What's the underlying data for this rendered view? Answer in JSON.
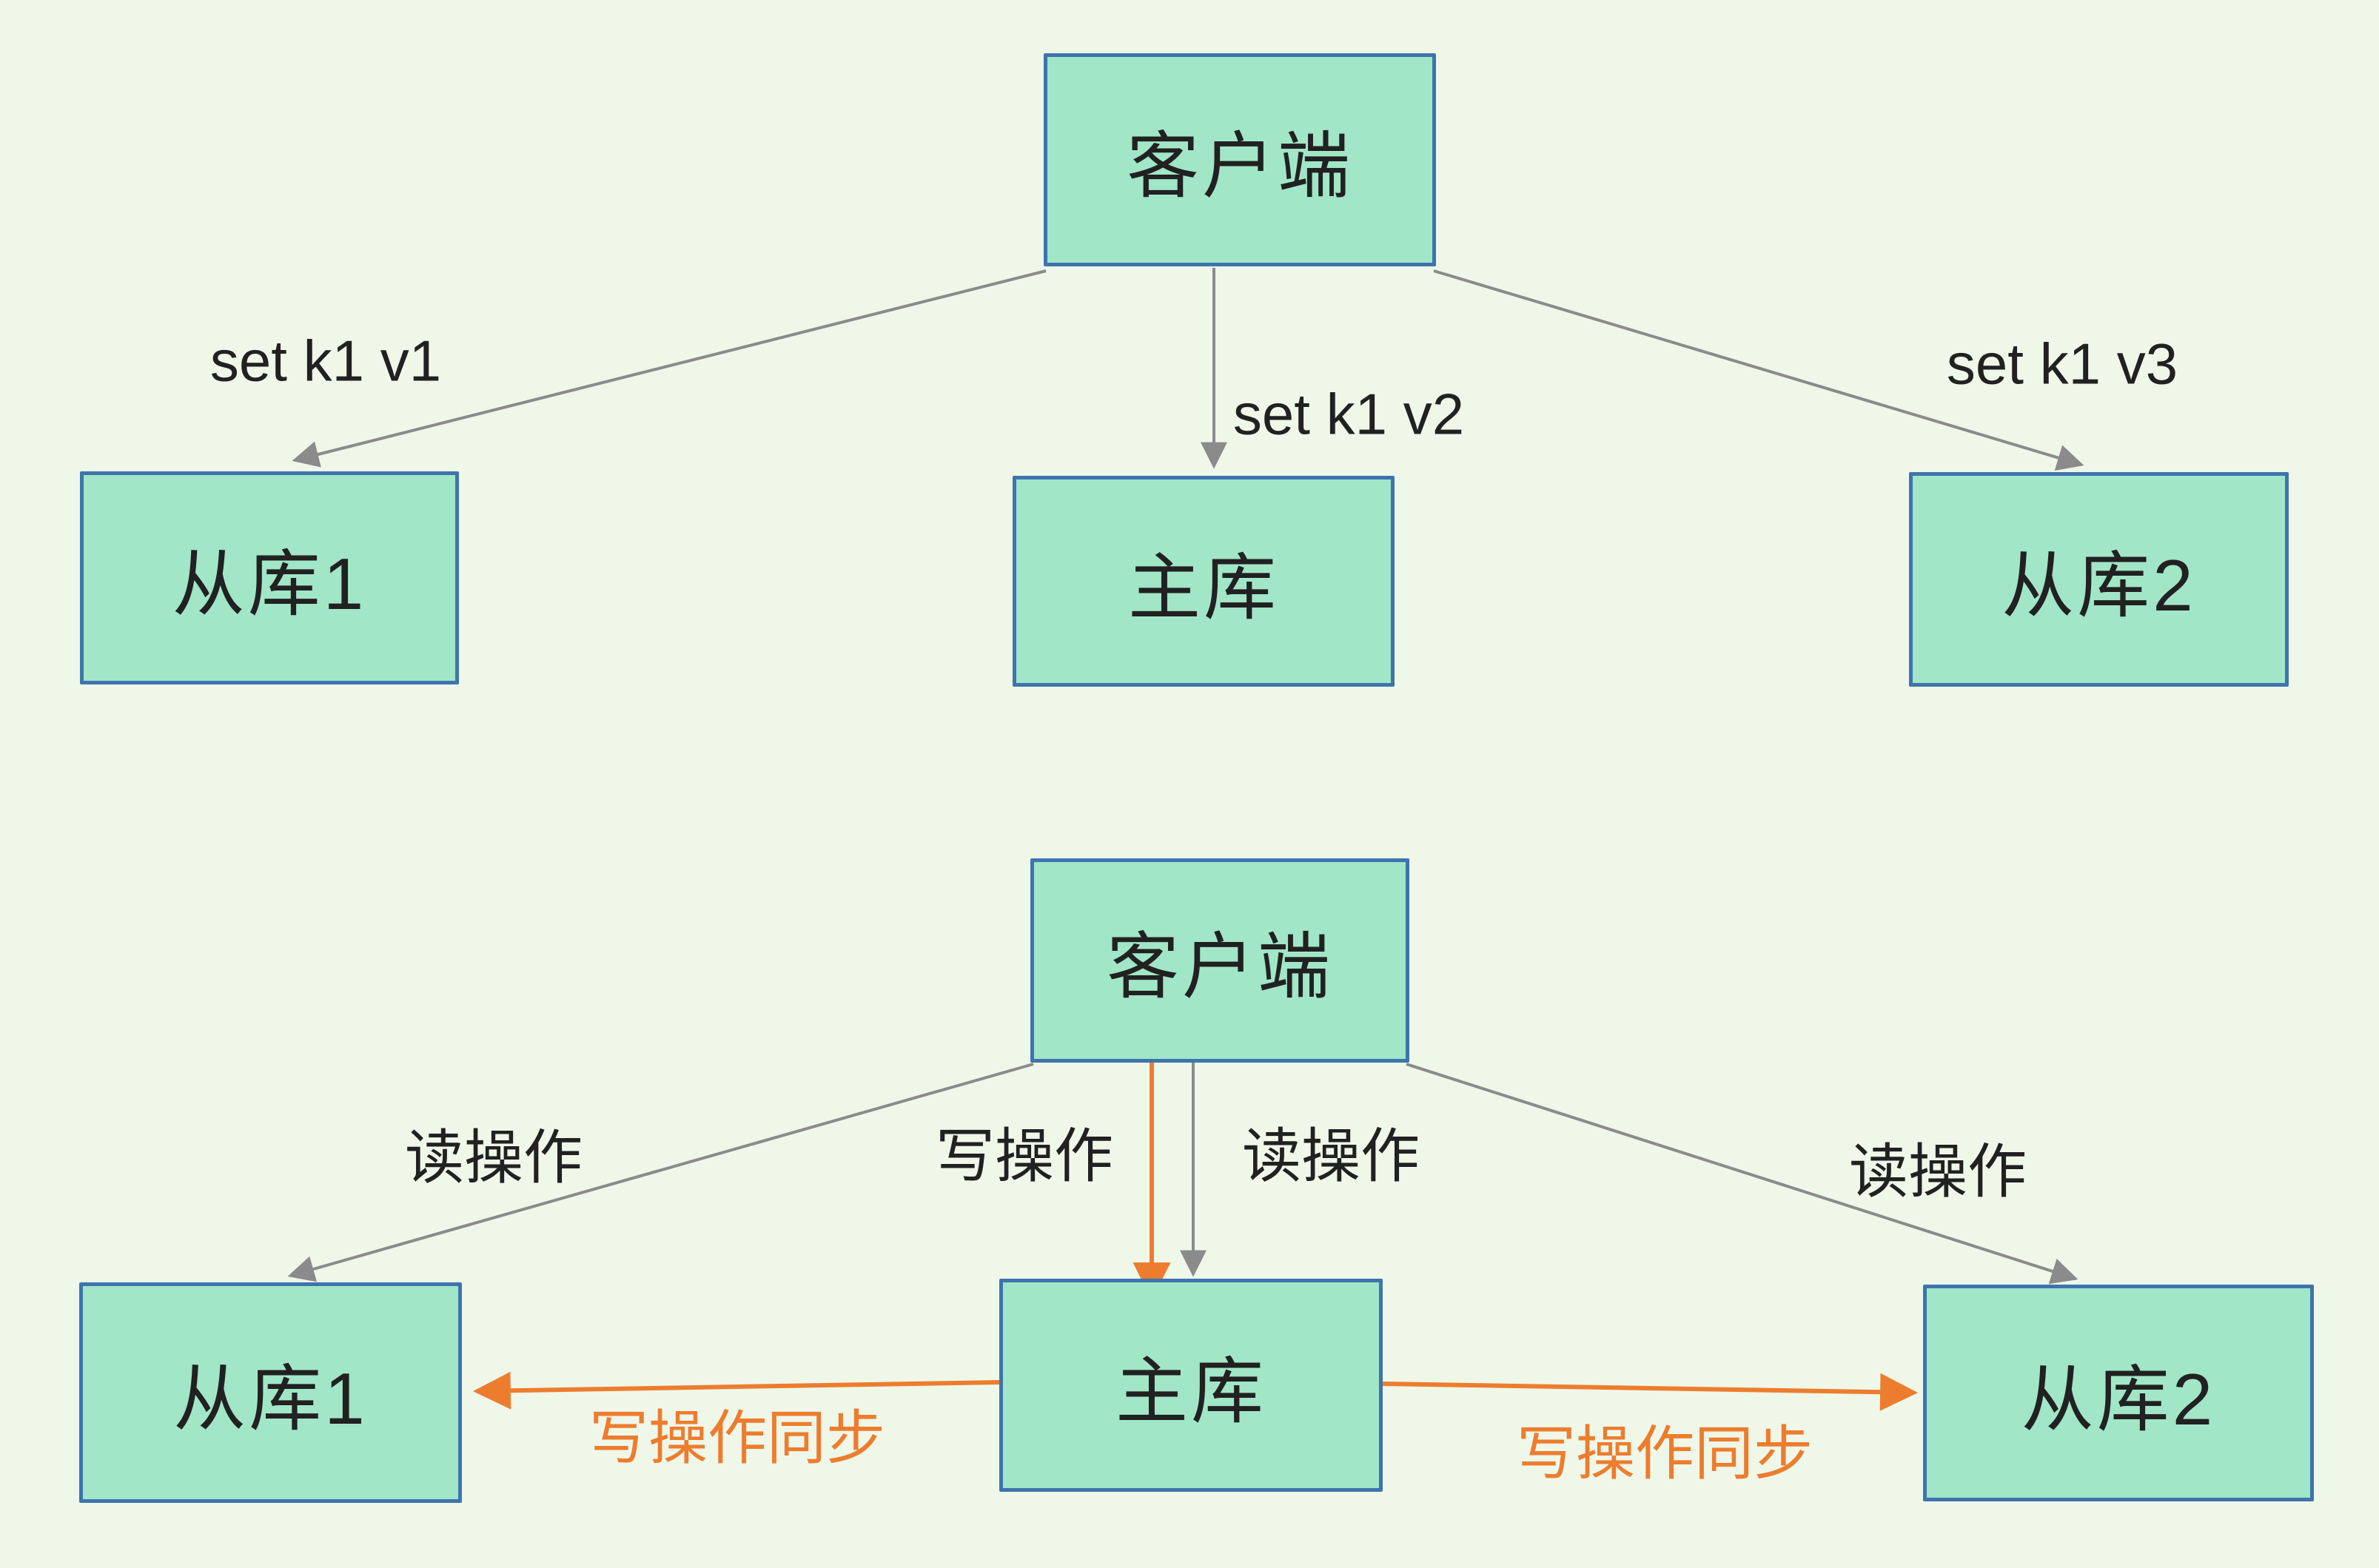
{
  "colors": {
    "background": "#eff7e9",
    "node_fill": "#a1e6c7",
    "node_border": "#3e74ad",
    "arrow_gray": "#8b8b8b",
    "arrow_orange": "#ed7d2e",
    "label_text": "#212121"
  },
  "diagram_top": {
    "client": "客户端",
    "slave1": "从库1",
    "master": "主库",
    "slave2": "从库2",
    "label_slave1": "set k1 v1",
    "label_master": "set k1 v2",
    "label_slave2": "set k1 v3"
  },
  "diagram_bottom": {
    "client": "客户端",
    "slave1": "从库1",
    "master": "主库",
    "slave2": "从库2",
    "label_read_left": "读操作",
    "label_write": "写操作",
    "label_read_mid": "读操作",
    "label_read_right": "读操作",
    "label_sync_left": "写操作同步",
    "label_sync_right": "写操作同步"
  }
}
